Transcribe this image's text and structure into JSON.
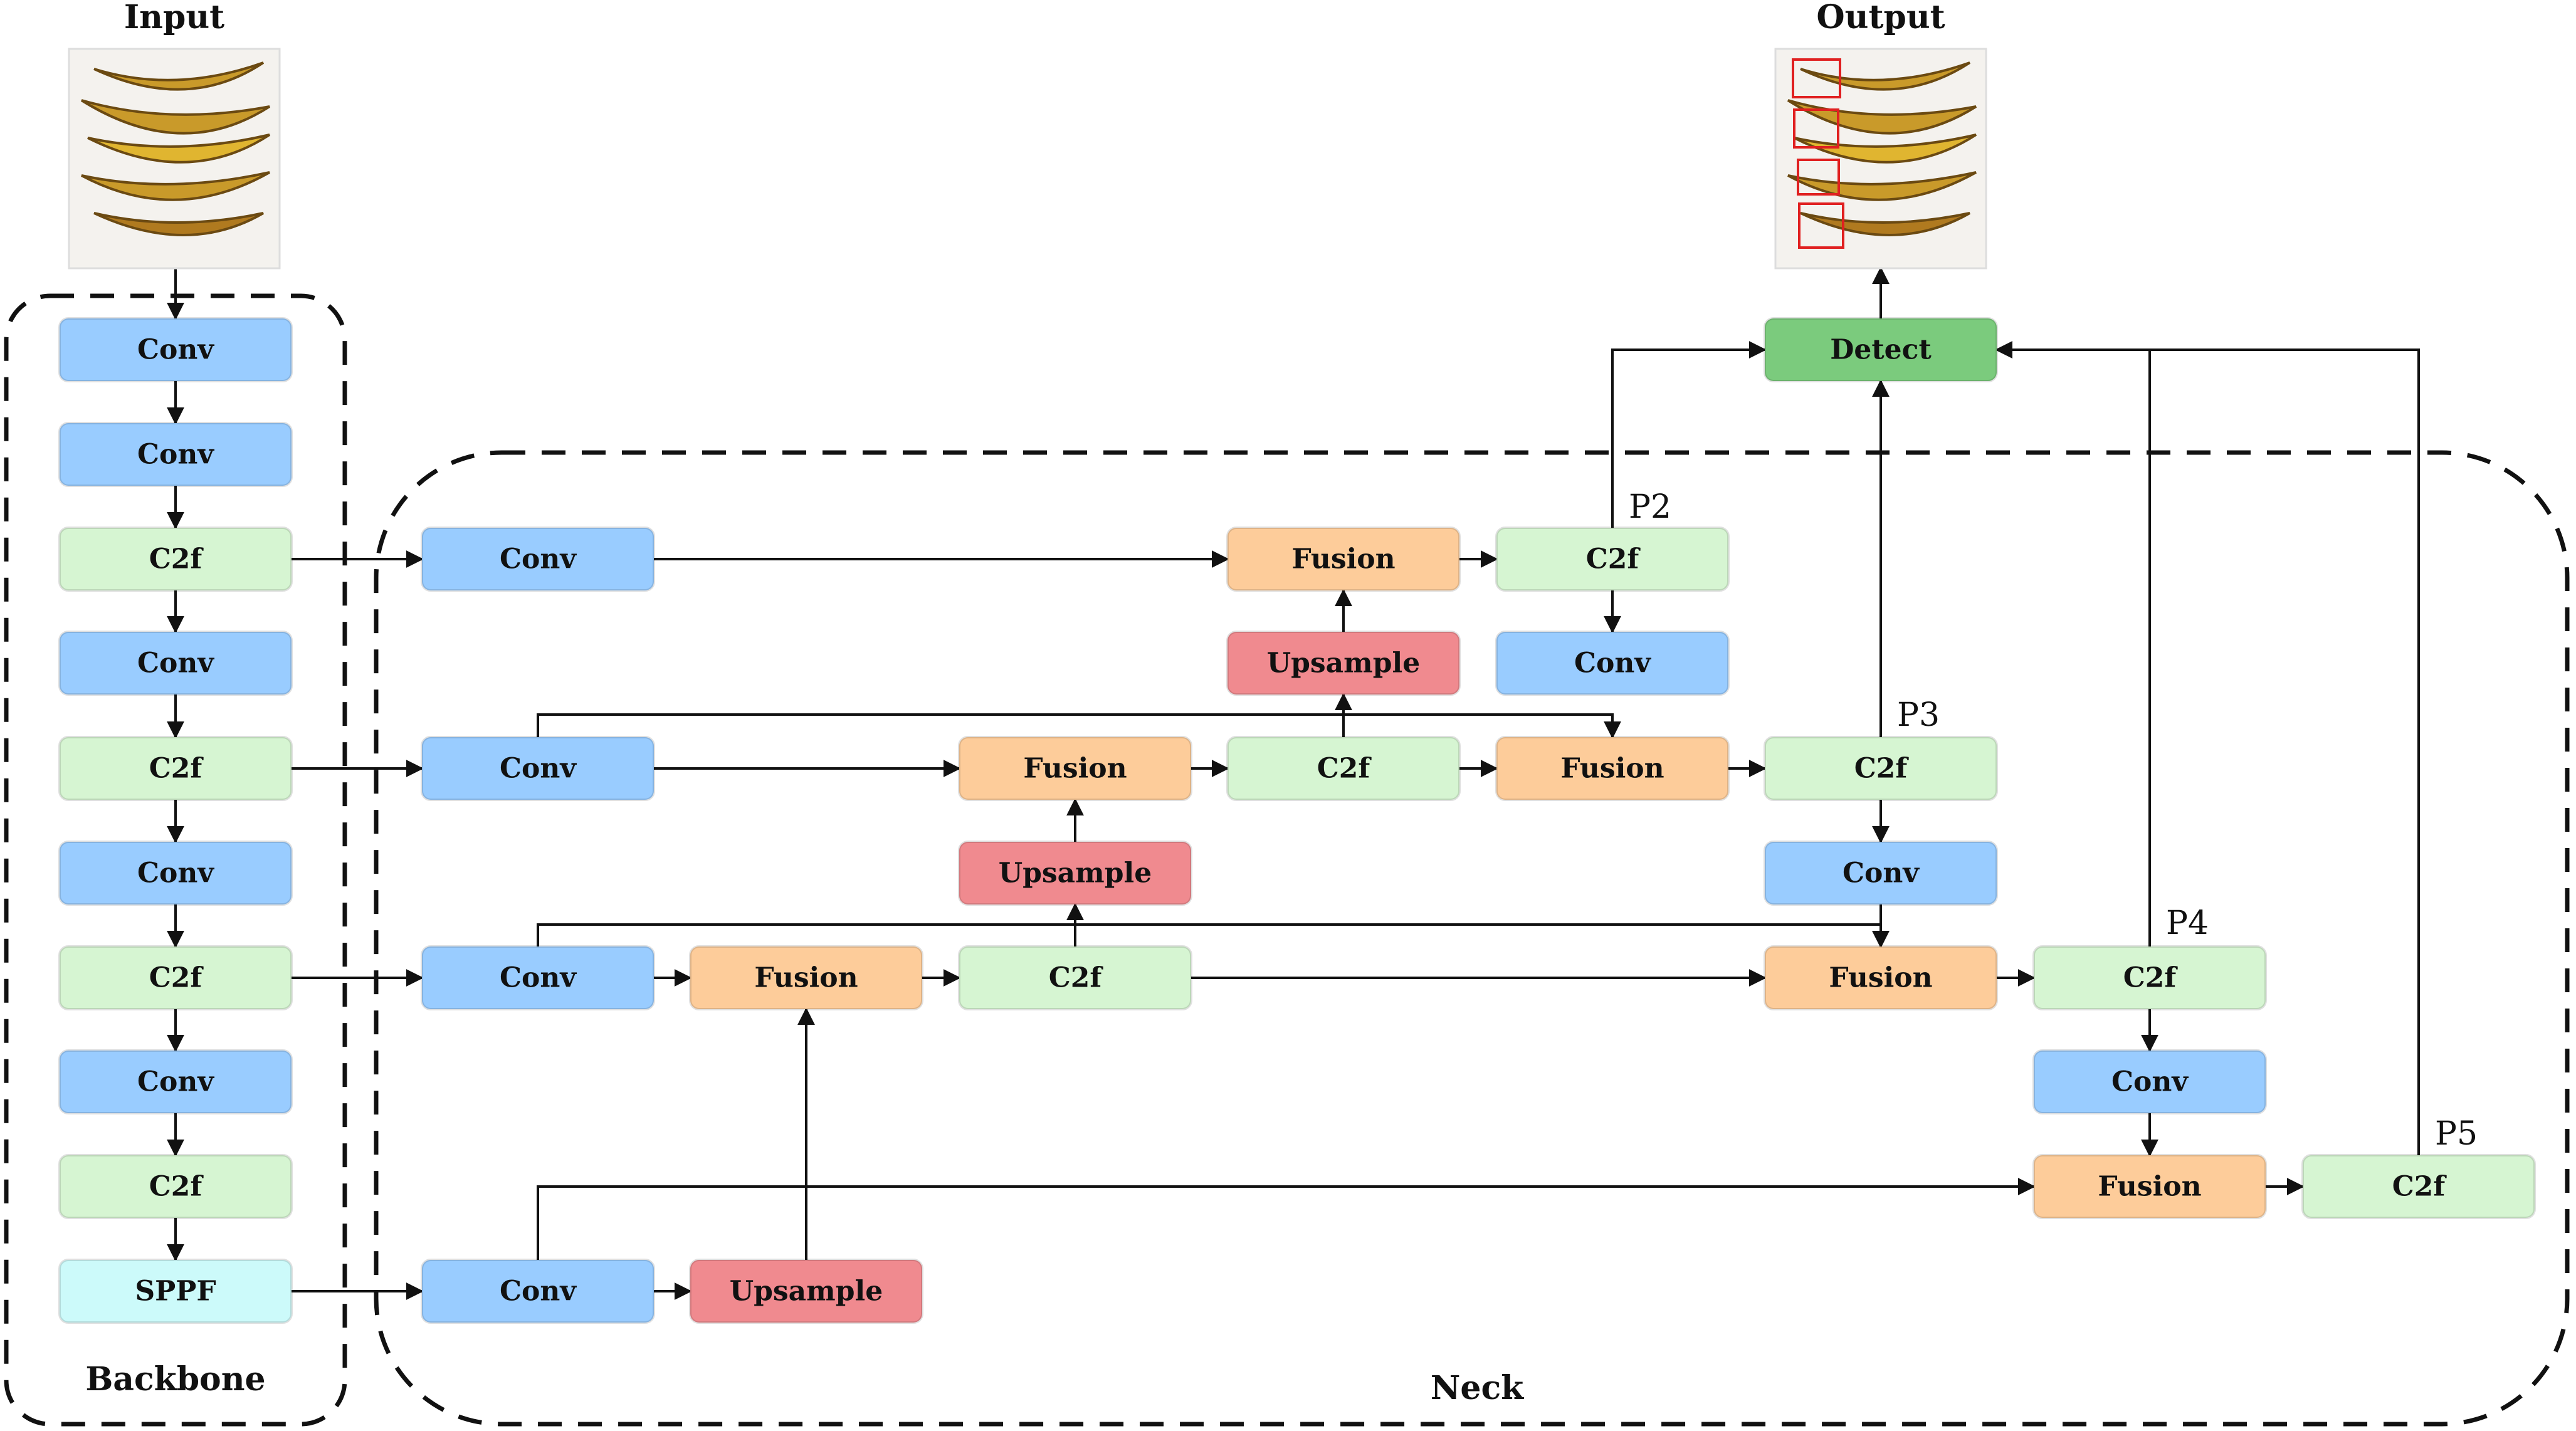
{
  "labels": {
    "input": "Input",
    "output": "Output",
    "backbone": "Backbone",
    "neck": "Neck",
    "p2": "P2",
    "p3": "P3",
    "p4": "P4",
    "p5": "P5"
  },
  "colors": {
    "conv": "#99CCFF",
    "c2f": "#D6F5D2",
    "fusion": "#FDCC9A",
    "upsample": "#F08A8F",
    "sppf": "#CCFAFA",
    "detect": "#7BCB7D",
    "edge": "#111111"
  },
  "nodes": [
    {
      "id": "b_conv1",
      "type": "conv",
      "label": "Conv"
    },
    {
      "id": "b_conv2",
      "type": "conv",
      "label": "Conv"
    },
    {
      "id": "b_c2f1",
      "type": "c2f",
      "label": "C2f"
    },
    {
      "id": "b_conv3",
      "type": "conv",
      "label": "Conv"
    },
    {
      "id": "b_c2f2",
      "type": "c2f",
      "label": "C2f"
    },
    {
      "id": "b_conv4",
      "type": "conv",
      "label": "Conv"
    },
    {
      "id": "b_c2f3",
      "type": "c2f",
      "label": "C2f"
    },
    {
      "id": "b_conv5",
      "type": "conv",
      "label": "Conv"
    },
    {
      "id": "b_c2f4",
      "type": "c2f",
      "label": "C2f"
    },
    {
      "id": "b_sppf",
      "type": "sppf",
      "label": "SPPF"
    },
    {
      "id": "n_conv_r1",
      "type": "conv",
      "label": "Conv"
    },
    {
      "id": "n_conv_r2",
      "type": "conv",
      "label": "Conv"
    },
    {
      "id": "n_conv_r3",
      "type": "conv",
      "label": "Conv"
    },
    {
      "id": "n_conv_r4",
      "type": "conv",
      "label": "Conv"
    },
    {
      "id": "n_up_r4",
      "type": "upsample",
      "label": "Upsample"
    },
    {
      "id": "n_fusion_r3a",
      "type": "fusion",
      "label": "Fusion"
    },
    {
      "id": "n_c2f_r3a",
      "type": "c2f",
      "label": "C2f"
    },
    {
      "id": "n_up_r25",
      "type": "upsample",
      "label": "Upsample"
    },
    {
      "id": "n_fusion_r2a",
      "type": "fusion",
      "label": "Fusion"
    },
    {
      "id": "n_c2f_r2a",
      "type": "c2f",
      "label": "C2f"
    },
    {
      "id": "n_up_r15",
      "type": "upsample",
      "label": "Upsample"
    },
    {
      "id": "n_fusion_r1",
      "type": "fusion",
      "label": "Fusion"
    },
    {
      "id": "n_c2f_p2",
      "type": "c2f",
      "label": "C2f"
    },
    {
      "id": "n_conv_r15",
      "type": "conv",
      "label": "Conv"
    },
    {
      "id": "n_fusion_r2b",
      "type": "fusion",
      "label": "Fusion"
    },
    {
      "id": "n_c2f_p3",
      "type": "c2f",
      "label": "C2f"
    },
    {
      "id": "n_conv_r25",
      "type": "conv",
      "label": "Conv"
    },
    {
      "id": "n_fusion_r3b",
      "type": "fusion",
      "label": "Fusion"
    },
    {
      "id": "n_c2f_p4",
      "type": "c2f",
      "label": "C2f"
    },
    {
      "id": "n_conv_r35",
      "type": "conv",
      "label": "Conv"
    },
    {
      "id": "n_fusion_r4",
      "type": "fusion",
      "label": "Fusion"
    },
    {
      "id": "n_c2f_p5",
      "type": "c2f",
      "label": "C2f"
    },
    {
      "id": "detect",
      "type": "detect",
      "label": "Detect"
    }
  ]
}
